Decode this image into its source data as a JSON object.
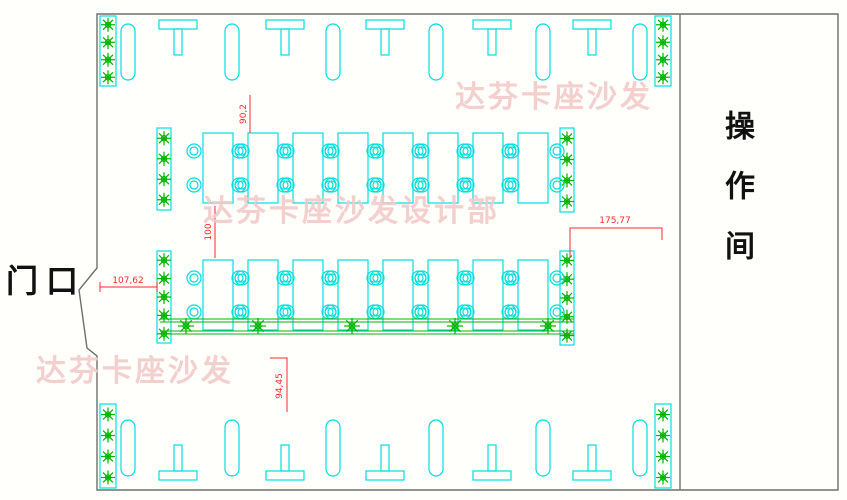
{
  "plan": {
    "entrance_label": "门口",
    "operation_room_label": "操作间"
  },
  "watermarks": {
    "top": "达芬卡座沙发",
    "middle": "达芬卡座沙发设计部",
    "bottom": "达芬卡座沙发"
  },
  "dimensions": {
    "top_table_offset": "90,2",
    "row_gap": "100",
    "entrance_width": "107,62",
    "right_offset": "175,77",
    "bottom_offset": "94,45"
  },
  "colors": {
    "furniture": "#00dede",
    "plant": "#00b400",
    "dimension": "#ff2a2a",
    "watermark": "#f2caca",
    "wall": "#6e6e6e"
  }
}
